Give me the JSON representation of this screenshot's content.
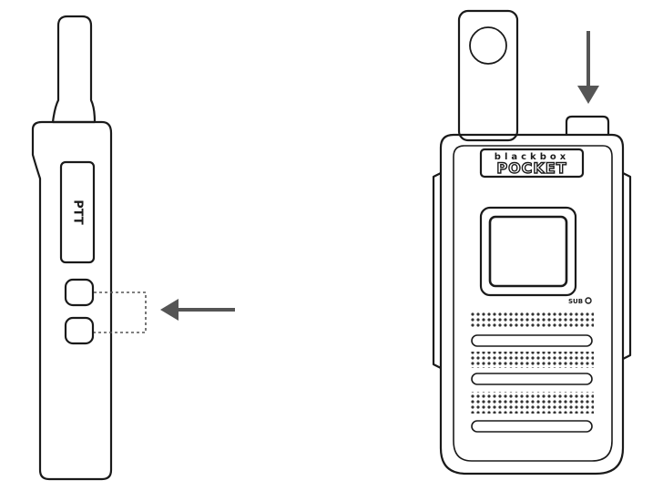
{
  "side_view": {
    "ptt_label": "PTT"
  },
  "front_view": {
    "brand_top": "blackbox",
    "brand_main": "POCKET",
    "indicator_label": "SUB"
  },
  "colors": {
    "outline": "#1a1a1a",
    "arrow": "#555555",
    "dashed": "#555555",
    "speaker_dots": "#333333"
  }
}
